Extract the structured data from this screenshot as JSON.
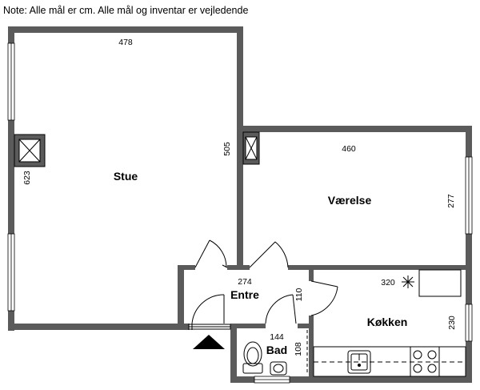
{
  "note": "Note: Alle mål er cm. Alle mål og inventar er vejledende",
  "rooms": {
    "stue": "Stue",
    "vaerelse": "Værelse",
    "entre": "Entre",
    "kokken": "Køkken",
    "bad": "Bad"
  },
  "dimensions": {
    "stue_width": "478",
    "stue_height": "623",
    "stue_wall": "505",
    "vaerelse_width": "460",
    "vaerelse_height": "277",
    "entre_width": "274",
    "entre_height": "110",
    "kokken_width": "320",
    "kokken_height": "230",
    "bad_width": "144",
    "bad_height": "108"
  },
  "colors": {
    "wall": "#5b5b5b",
    "line": "#000000"
  },
  "icons": [
    "entrance-arrow-icon",
    "ceiling-light-icon",
    "toilet-icon",
    "sink-icon",
    "cooktop-icon",
    "ventilation-shaft-icon"
  ]
}
